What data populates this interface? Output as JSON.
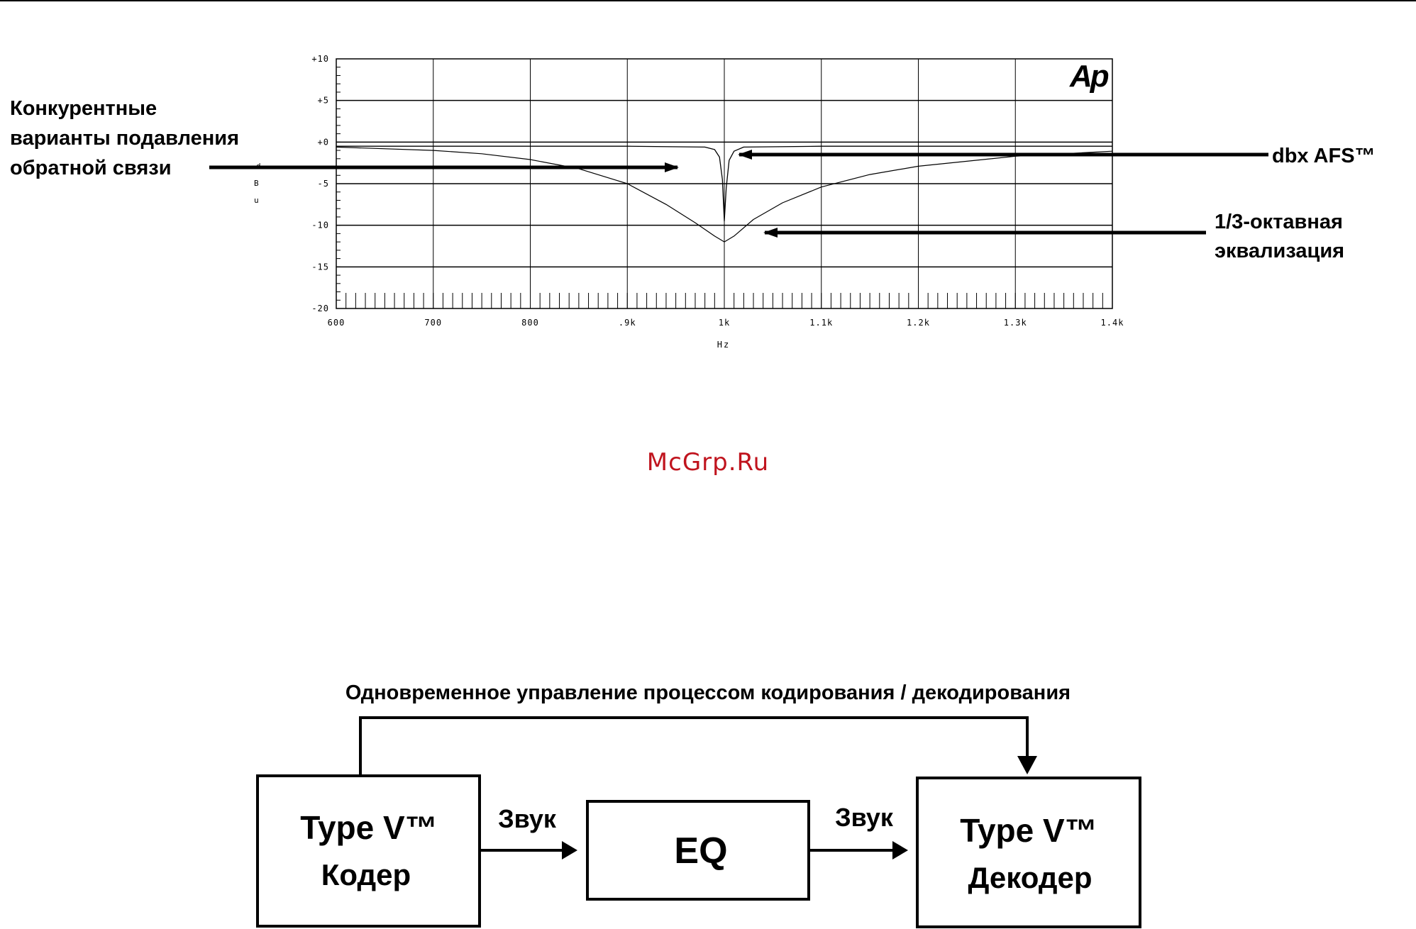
{
  "chart": {
    "logo": "Ap",
    "y_axis_label_vertical": [
      "d",
      "B",
      "u"
    ],
    "x_axis_label": "Hz",
    "y_ticks": [
      "+10",
      "+5",
      "+0",
      "-5",
      "-10",
      "-15",
      "-20"
    ],
    "x_ticks": [
      "600",
      "700",
      "800",
      ".9k",
      "1k",
      "1.1k",
      "1.2k",
      "1.3k",
      "1.4k"
    ],
    "annotations": {
      "competing": [
        "Конкурентные",
        "варианты подавления",
        "обратной связи"
      ],
      "afs": "dbx AFS™",
      "third_octave": [
        "1/3-октавная",
        "эквализация"
      ]
    }
  },
  "chart_data": {
    "type": "line",
    "xlabel": "Hz",
    "ylabel": "dBu",
    "xlim": [
      600,
      1400
    ],
    "ylim": [
      -20,
      10
    ],
    "series": [
      {
        "name": "dbx AFS™",
        "x": [
          600,
          900,
          980,
          990,
          995,
          998,
          1000,
          1002,
          1005,
          1010,
          1020,
          1100,
          1400
        ],
        "y": [
          -0.5,
          -0.5,
          -0.6,
          -0.9,
          -1.8,
          -4.5,
          -9.5,
          -5.5,
          -2.2,
          -1.1,
          -0.6,
          -0.5,
          -0.5
        ]
      },
      {
        "name": "1/3-октавная эквализация",
        "x": [
          600,
          700,
          750,
          800,
          850,
          900,
          940,
          970,
          990,
          1000,
          1010,
          1030,
          1060,
          1100,
          1150,
          1200,
          1300,
          1400
        ],
        "y": [
          -0.6,
          -1.0,
          -1.4,
          -2.1,
          -3.2,
          -5.0,
          -7.5,
          -9.7,
          -11.3,
          -12.0,
          -11.3,
          -9.3,
          -7.3,
          -5.4,
          -3.9,
          -2.9,
          -1.7,
          -1.1
        ]
      }
    ]
  },
  "diagram": {
    "title": "Одновременное управление процессом кодирования / декодирования",
    "encoder": {
      "line1": "Type V™",
      "line2": "Кодер"
    },
    "eq": "EQ",
    "decoder": {
      "line1": "Type V™",
      "line2": "Декодер"
    },
    "sound_left": "Звук",
    "sound_right": "Звук"
  },
  "watermark": "McGrp.Ru"
}
